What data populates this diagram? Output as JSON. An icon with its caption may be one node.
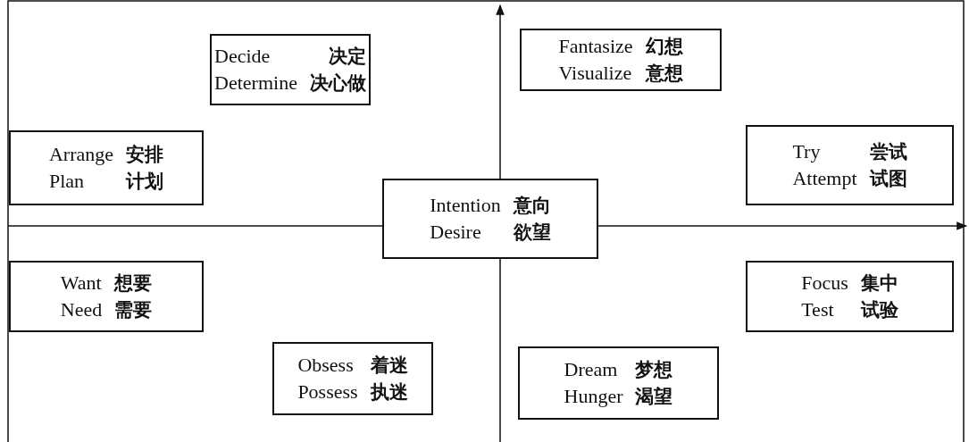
{
  "diagram": {
    "nodes": [
      {
        "text": [
          "Decide",
          "决定",
          "Determine",
          "决心做"
        ]
      },
      {
        "text": [
          "Fantasize",
          "幻想",
          "Visualize",
          "意想"
        ]
      },
      {
        "text": [
          "Arrange",
          "安排",
          "Plan",
          "计划"
        ]
      },
      {
        "text": [
          "Try",
          "尝试",
          "Attempt",
          "试图"
        ]
      },
      {
        "text": [
          "Intention",
          "意向",
          "Desire",
          "欲望"
        ]
      },
      {
        "text": [
          "Want",
          "想要",
          "Need",
          "需要"
        ]
      },
      {
        "text": [
          "Focus",
          "集中",
          "Test",
          "试验"
        ]
      },
      {
        "text": [
          "Obsess",
          "着迷",
          "Possess",
          "执迷"
        ]
      },
      {
        "text": [
          "Dream",
          "梦想",
          "Hunger",
          "渴望"
        ]
      }
    ]
  }
}
